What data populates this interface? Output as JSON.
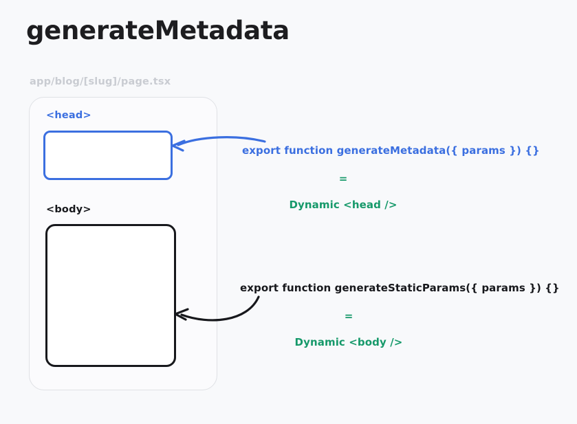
{
  "title": "generateMetadata",
  "file_path": "app/blog/[slug]/page.tsx",
  "colors": {
    "background": "#f8f9fb",
    "title": "#1d1d20",
    "file_path": "#c9ccd2",
    "blue": "#3b6fe0",
    "green": "#16996a",
    "black": "#17181c",
    "card_border": "#dfe1e5"
  },
  "card": {
    "head_label": "<head>",
    "body_label": "<body>"
  },
  "annotations": [
    {
      "id": "head",
      "signature": "export function generateMetadata({ params }) {}",
      "equals": "=",
      "result": "Dynamic <head />",
      "signature_color": "#3b6fe0",
      "result_color": "#16996a",
      "arrow_color": "#3b6fe0",
      "target": "head-box"
    },
    {
      "id": "body",
      "signature": "export function generateStaticParams({ params }) {}",
      "equals": "=",
      "result": "Dynamic <body />",
      "signature_color": "#17181c",
      "result_color": "#16996a",
      "arrow_color": "#17181c",
      "target": "body-box"
    }
  ]
}
